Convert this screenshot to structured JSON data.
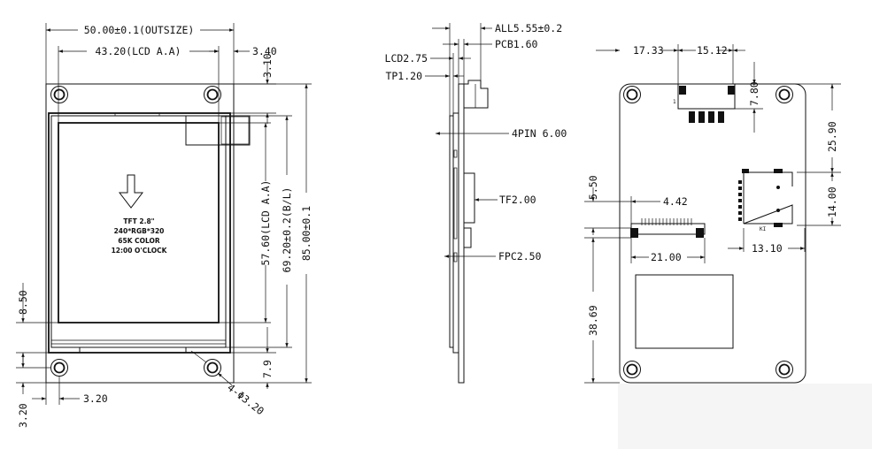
{
  "front": {
    "dim_outsize": "50.00±0.1(OUTSIZE)",
    "dim_lcd_aa_width": "43.20(LCD A.A)",
    "dim_right_margin": "3.40",
    "dim_top_margin": "3.10",
    "dim_lcd_aa_height": "57.60(LCD A.A)",
    "dim_bl_height": "69.20±0.2(B/L)",
    "dim_total_height": "85.00±0.1",
    "dim_left_8_50": "8.50",
    "dim_bottom_7_9": "7.9",
    "dim_hole_offset_x": "3.20",
    "dim_hole_offset_y": "3.20",
    "dim_holes": "4-Φ3.20",
    "lcd_text": [
      "TFT 2.8\"",
      "240*RGB*320",
      "65K COLOR",
      "12:00 O'CLOCK"
    ]
  },
  "side": {
    "dim_all": "ALL5.55±0.2",
    "dim_pcb": "PCB1.60",
    "dim_lcd": "LCD2.75",
    "dim_tp": "TP1.20",
    "dim_4pin": "4PIN 6.00",
    "dim_tf": "TF2.00",
    "dim_fpc": "FPC2.50"
  },
  "back": {
    "dim_17_33": "17.33",
    "dim_15_12": "15.12",
    "dim_7_80": "7.80",
    "dim_25_90": "25.90",
    "dim_5_50": "5.50",
    "dim_4_42": "4.42",
    "dim_14_00": "14.00",
    "dim_13_10": "13.10",
    "dim_21_00": "21.00",
    "dim_38_69": "38.69",
    "conn_pin1": "1",
    "tf_label": "KI"
  }
}
